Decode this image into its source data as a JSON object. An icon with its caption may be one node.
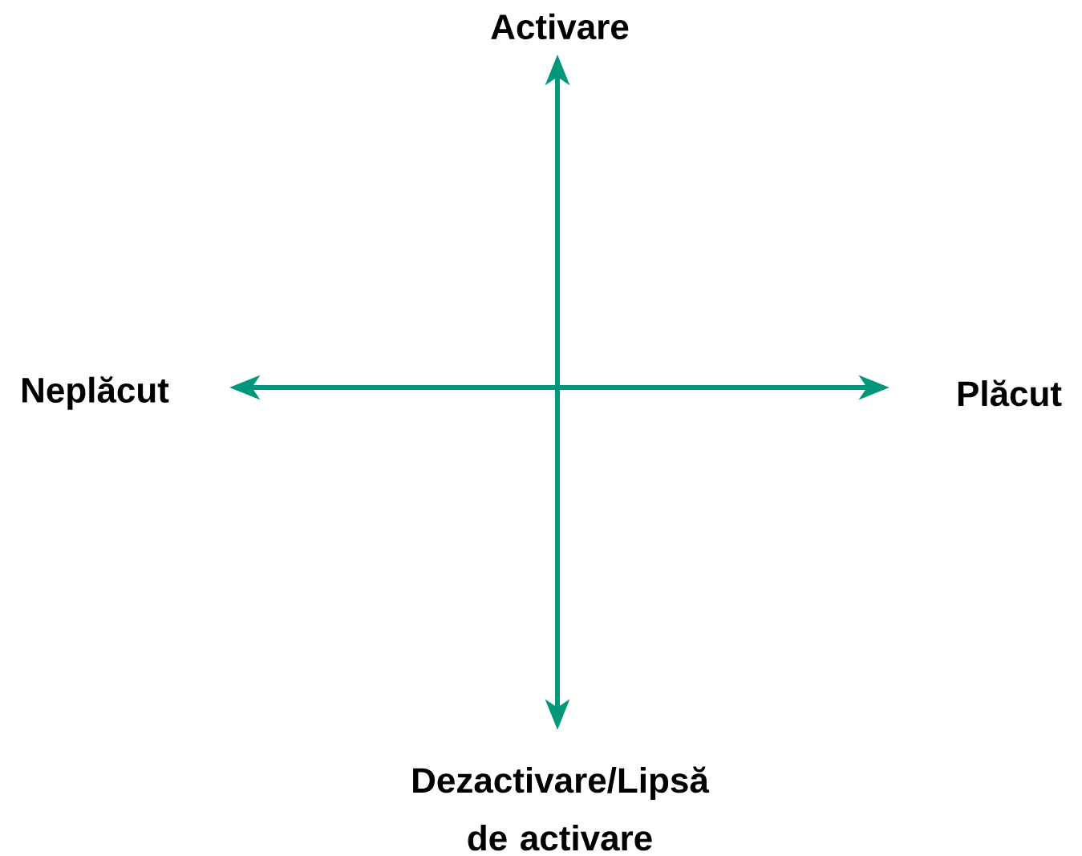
{
  "diagram": {
    "labels": [
      "Activare",
      "Neplăcut",
      "Plăcut",
      "Dezactivare/Lipsă de activare"
    ]
  }
}
